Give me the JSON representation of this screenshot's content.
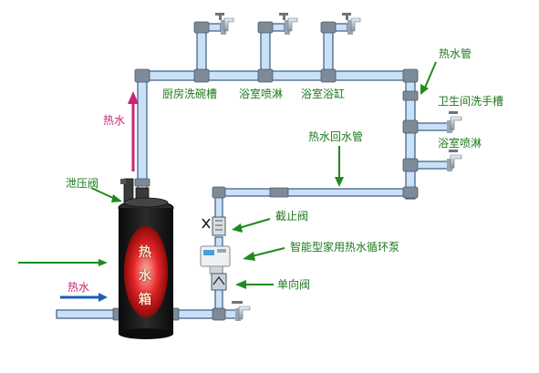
{
  "labels": {
    "kitchen_sink": "厨房洗碗槽",
    "bathroom_shower_top": "浴室喷淋",
    "bathroom_tub": "浴室浴缸",
    "hot_water_pipe": "热水管",
    "wash_basin": "卫生间洗手槽",
    "bathroom_shower_right": "浴室喷淋",
    "return_pipe": "热水回水管",
    "hot_water_up": "热水",
    "pressure_valve": "泄压阀",
    "stop_valve": "截止阀",
    "pump": "智能型家用热水循环泵",
    "check_valve": "单向阀",
    "hot_water_in": "热水"
  },
  "tank": {
    "char1": "热",
    "char2": "水",
    "char3": "箱"
  },
  "colors": {
    "pipe_fill": "#c9e1f7",
    "pipe_outline": "#3b5a82",
    "fitting": "#7d8b99",
    "label_green": "#1c7a1c",
    "arrow_green": "#1f8b1f",
    "arrow_pink": "#cc2277",
    "arrow_blue": "#1a5fb0",
    "tank_body": "#151515",
    "tank_glow": "#e8262a"
  }
}
